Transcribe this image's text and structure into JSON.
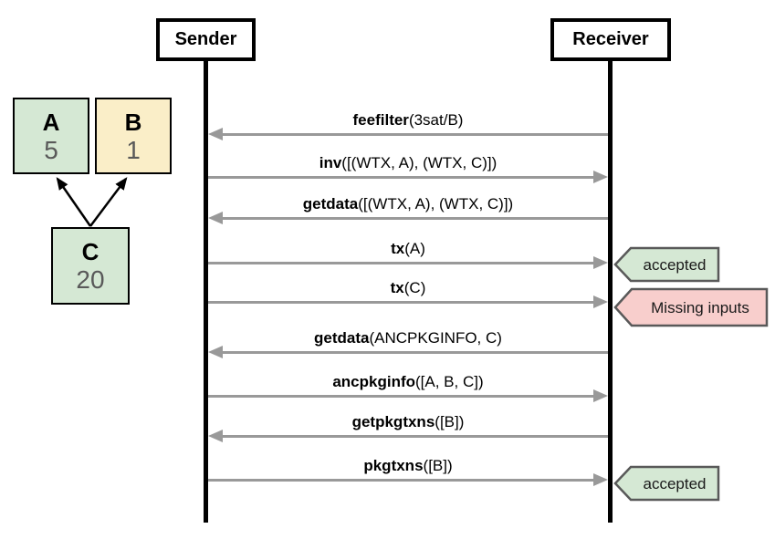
{
  "actors": {
    "sender": "Sender",
    "receiver": "Receiver"
  },
  "dag": {
    "nodes": [
      {
        "label": "A",
        "value": "5",
        "fill": "#d5e8d4"
      },
      {
        "label": "B",
        "value": "1",
        "fill": "#faeec8"
      },
      {
        "label": "C",
        "value": "20",
        "fill": "#d5e8d4"
      }
    ],
    "edges": [
      {
        "from": "C",
        "to": "A"
      },
      {
        "from": "C",
        "to": "B"
      }
    ]
  },
  "messages": [
    {
      "name": "feefilter",
      "args": "(3sat/B)",
      "direction": "receiver-to-sender"
    },
    {
      "name": "inv",
      "args": "([(WTX, A), (WTX, C)])",
      "direction": "sender-to-receiver"
    },
    {
      "name": "getdata",
      "args": "([(WTX, A), (WTX, C)])",
      "direction": "receiver-to-sender"
    },
    {
      "name": "tx",
      "args": "(A)",
      "direction": "sender-to-receiver",
      "result": "accepted",
      "result_status": "success"
    },
    {
      "name": "tx",
      "args": "(C)",
      "direction": "sender-to-receiver",
      "result": "Missing inputs",
      "result_status": "error"
    },
    {
      "name": "getdata",
      "args": "(ANCPKGINFO, C)",
      "direction": "receiver-to-sender"
    },
    {
      "name": "ancpkginfo",
      "args": "([A, B, C])",
      "direction": "sender-to-receiver"
    },
    {
      "name": "getpkgtxns",
      "args": "([B])",
      "direction": "receiver-to-sender"
    },
    {
      "name": "pkgtxns",
      "args": "([B])",
      "direction": "sender-to-receiver",
      "result": "accepted",
      "result_status": "success"
    }
  ],
  "colors": {
    "node_green": "#d5e8d4",
    "node_yellow": "#faeec8",
    "tag_success_fill": "#d5e8d4",
    "tag_error_fill": "#f8cecc",
    "tag_border": "#595959",
    "arrow_gray": "#999999",
    "lifeline_black": "#000000",
    "value_text_gray": "#595959"
  }
}
